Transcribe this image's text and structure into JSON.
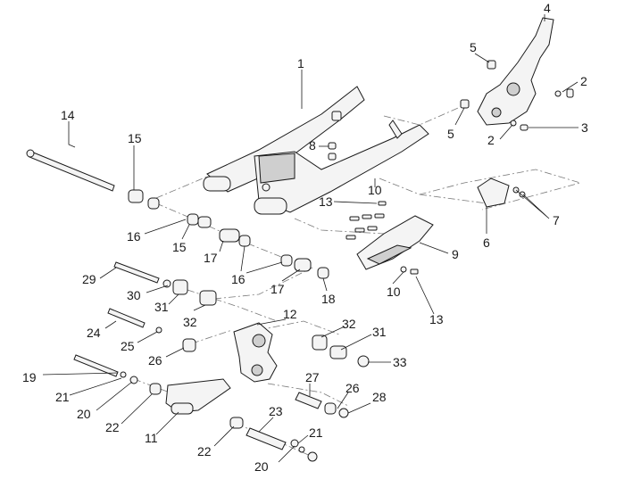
{
  "diagram": {
    "callouts": [
      {
        "id": "c1",
        "label": "1"
      },
      {
        "id": "c2a",
        "label": "2"
      },
      {
        "id": "c2b",
        "label": "2"
      },
      {
        "id": "c3",
        "label": "3"
      },
      {
        "id": "c4",
        "label": "4"
      },
      {
        "id": "c5a",
        "label": "5"
      },
      {
        "id": "c5b",
        "label": "5"
      },
      {
        "id": "c6",
        "label": "6"
      },
      {
        "id": "c7",
        "label": "7"
      },
      {
        "id": "c8",
        "label": "8"
      },
      {
        "id": "c9",
        "label": "9"
      },
      {
        "id": "c10a",
        "label": "10"
      },
      {
        "id": "c10b",
        "label": "10"
      },
      {
        "id": "c11",
        "label": "11"
      },
      {
        "id": "c12",
        "label": "12"
      },
      {
        "id": "c13a",
        "label": "13"
      },
      {
        "id": "c13b",
        "label": "13"
      },
      {
        "id": "c14",
        "label": "14"
      },
      {
        "id": "c15a",
        "label": "15"
      },
      {
        "id": "c15b",
        "label": "15"
      },
      {
        "id": "c16a",
        "label": "16"
      },
      {
        "id": "c16b",
        "label": "16"
      },
      {
        "id": "c17a",
        "label": "17"
      },
      {
        "id": "c17b",
        "label": "17"
      },
      {
        "id": "c18",
        "label": "18"
      },
      {
        "id": "c19",
        "label": "19"
      },
      {
        "id": "c20a",
        "label": "20"
      },
      {
        "id": "c20b",
        "label": "20"
      },
      {
        "id": "c21a",
        "label": "21"
      },
      {
        "id": "c21b",
        "label": "21"
      },
      {
        "id": "c22a",
        "label": "22"
      },
      {
        "id": "c22b",
        "label": "22"
      },
      {
        "id": "c23",
        "label": "23"
      },
      {
        "id": "c24",
        "label": "24"
      },
      {
        "id": "c25",
        "label": "25"
      },
      {
        "id": "c26a",
        "label": "26"
      },
      {
        "id": "c26b",
        "label": "26"
      },
      {
        "id": "c27",
        "label": "27"
      },
      {
        "id": "c28",
        "label": "28"
      },
      {
        "id": "c29",
        "label": "29"
      },
      {
        "id": "c30",
        "label": "30"
      },
      {
        "id": "c31a",
        "label": "31"
      },
      {
        "id": "c31b",
        "label": "31"
      },
      {
        "id": "c32a",
        "label": "32"
      },
      {
        "id": "c32b",
        "label": "32"
      },
      {
        "id": "c33",
        "label": "33"
      }
    ]
  }
}
